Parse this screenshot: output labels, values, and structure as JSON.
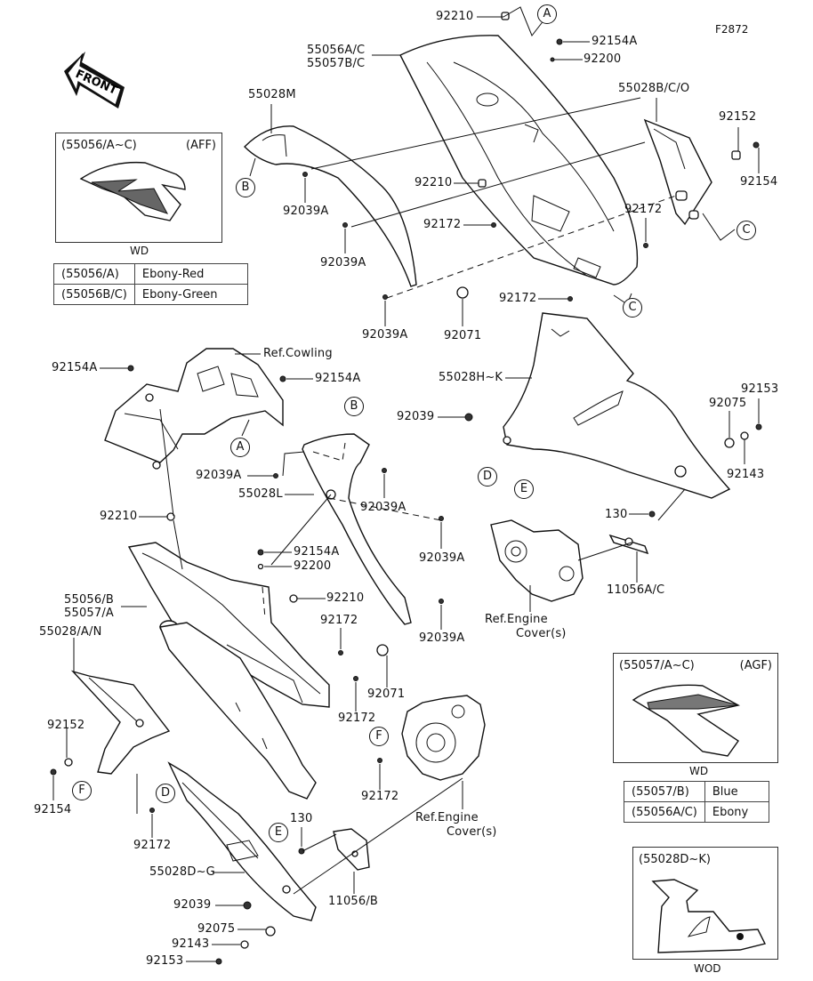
{
  "figure_id": "F2872",
  "front_arrow": {
    "label": "FRONT",
    "icon": "front-direction-arrow"
  },
  "callouts": {
    "p92210_top": "92210",
    "p92154A_top": "92154A",
    "p92200_top": "92200",
    "p55056AC": "55056A/C",
    "p55057BC": "55057B/C",
    "p55028M": "55028M",
    "p55028BCO": "55028B/C/O",
    "p92152_top": "92152",
    "p92154_top": "92154",
    "p92210_mid": "92210",
    "p92039A_1": "92039A",
    "p92039A_2": "92039A",
    "p92039A_3": "92039A",
    "p92172_1": "92172",
    "p92172_2": "92172",
    "p92172_3": "92172",
    "p92071_top": "92071",
    "ref_cowling": "Ref.Cowling",
    "p92154A_l": "92154A",
    "p92154A_r": "92154A",
    "p55028HK": "55028H~K",
    "p92039_r": "92039",
    "p92153_r": "92153",
    "p92075_r": "92075",
    "p92143_r": "92143",
    "p92039A_l": "92039A",
    "p55028L": "55028L",
    "p92039A_4": "92039A",
    "p92039A_5": "92039A",
    "p92039A_6": "92039A",
    "p92210_l": "92210",
    "p130_r": "130",
    "p11056AC": "11056A/C",
    "ref_engine_1a": "Ref.Engine",
    "ref_engine_1b": "Cover(s)",
    "p92154A_m": "92154A",
    "p92200_m": "92200",
    "p92210_m2": "92210",
    "p55056B": "55056/B",
    "p55057A": "55057/A",
    "p92172_4": "92172",
    "p55028AN": "55028/A/N",
    "p92071_m": "92071",
    "p92172_5": "92172",
    "p92152_l": "92152",
    "p92154_l": "92154",
    "p92172_6": "92172",
    "p92172_7": "92172",
    "ref_engine_2a": "Ref.Engine",
    "ref_engine_2b": "Cover(s)",
    "p130_l": "130",
    "p55028DG": "55028D~G",
    "p11056B": "11056/B",
    "p92039_l": "92039",
    "p92075_l": "92075",
    "p92143_l": "92143",
    "p92153_l": "92153"
  },
  "reference_circles": {
    "A": "A",
    "B": "B",
    "C": "C",
    "D": "D",
    "E": "E",
    "F": "F"
  },
  "insets": [
    {
      "code": "(55056/A~C)",
      "variant": "(AFF)",
      "caption": "WD",
      "color_table": [
        {
          "part": "(55056/A)",
          "color": "Ebony-Red"
        },
        {
          "part": "(55056B/C)",
          "color": "Ebony-Green"
        }
      ]
    },
    {
      "code": "(55057/A~C)",
      "variant": "(AGF)",
      "caption": "WD",
      "color_table": [
        {
          "part": "(55057/B)",
          "color": "Blue"
        },
        {
          "part": "(55056A/C)",
          "color": "Ebony"
        }
      ]
    },
    {
      "code": "(55028D~K)",
      "variant": "",
      "caption": "WOD",
      "color_table": []
    }
  ]
}
